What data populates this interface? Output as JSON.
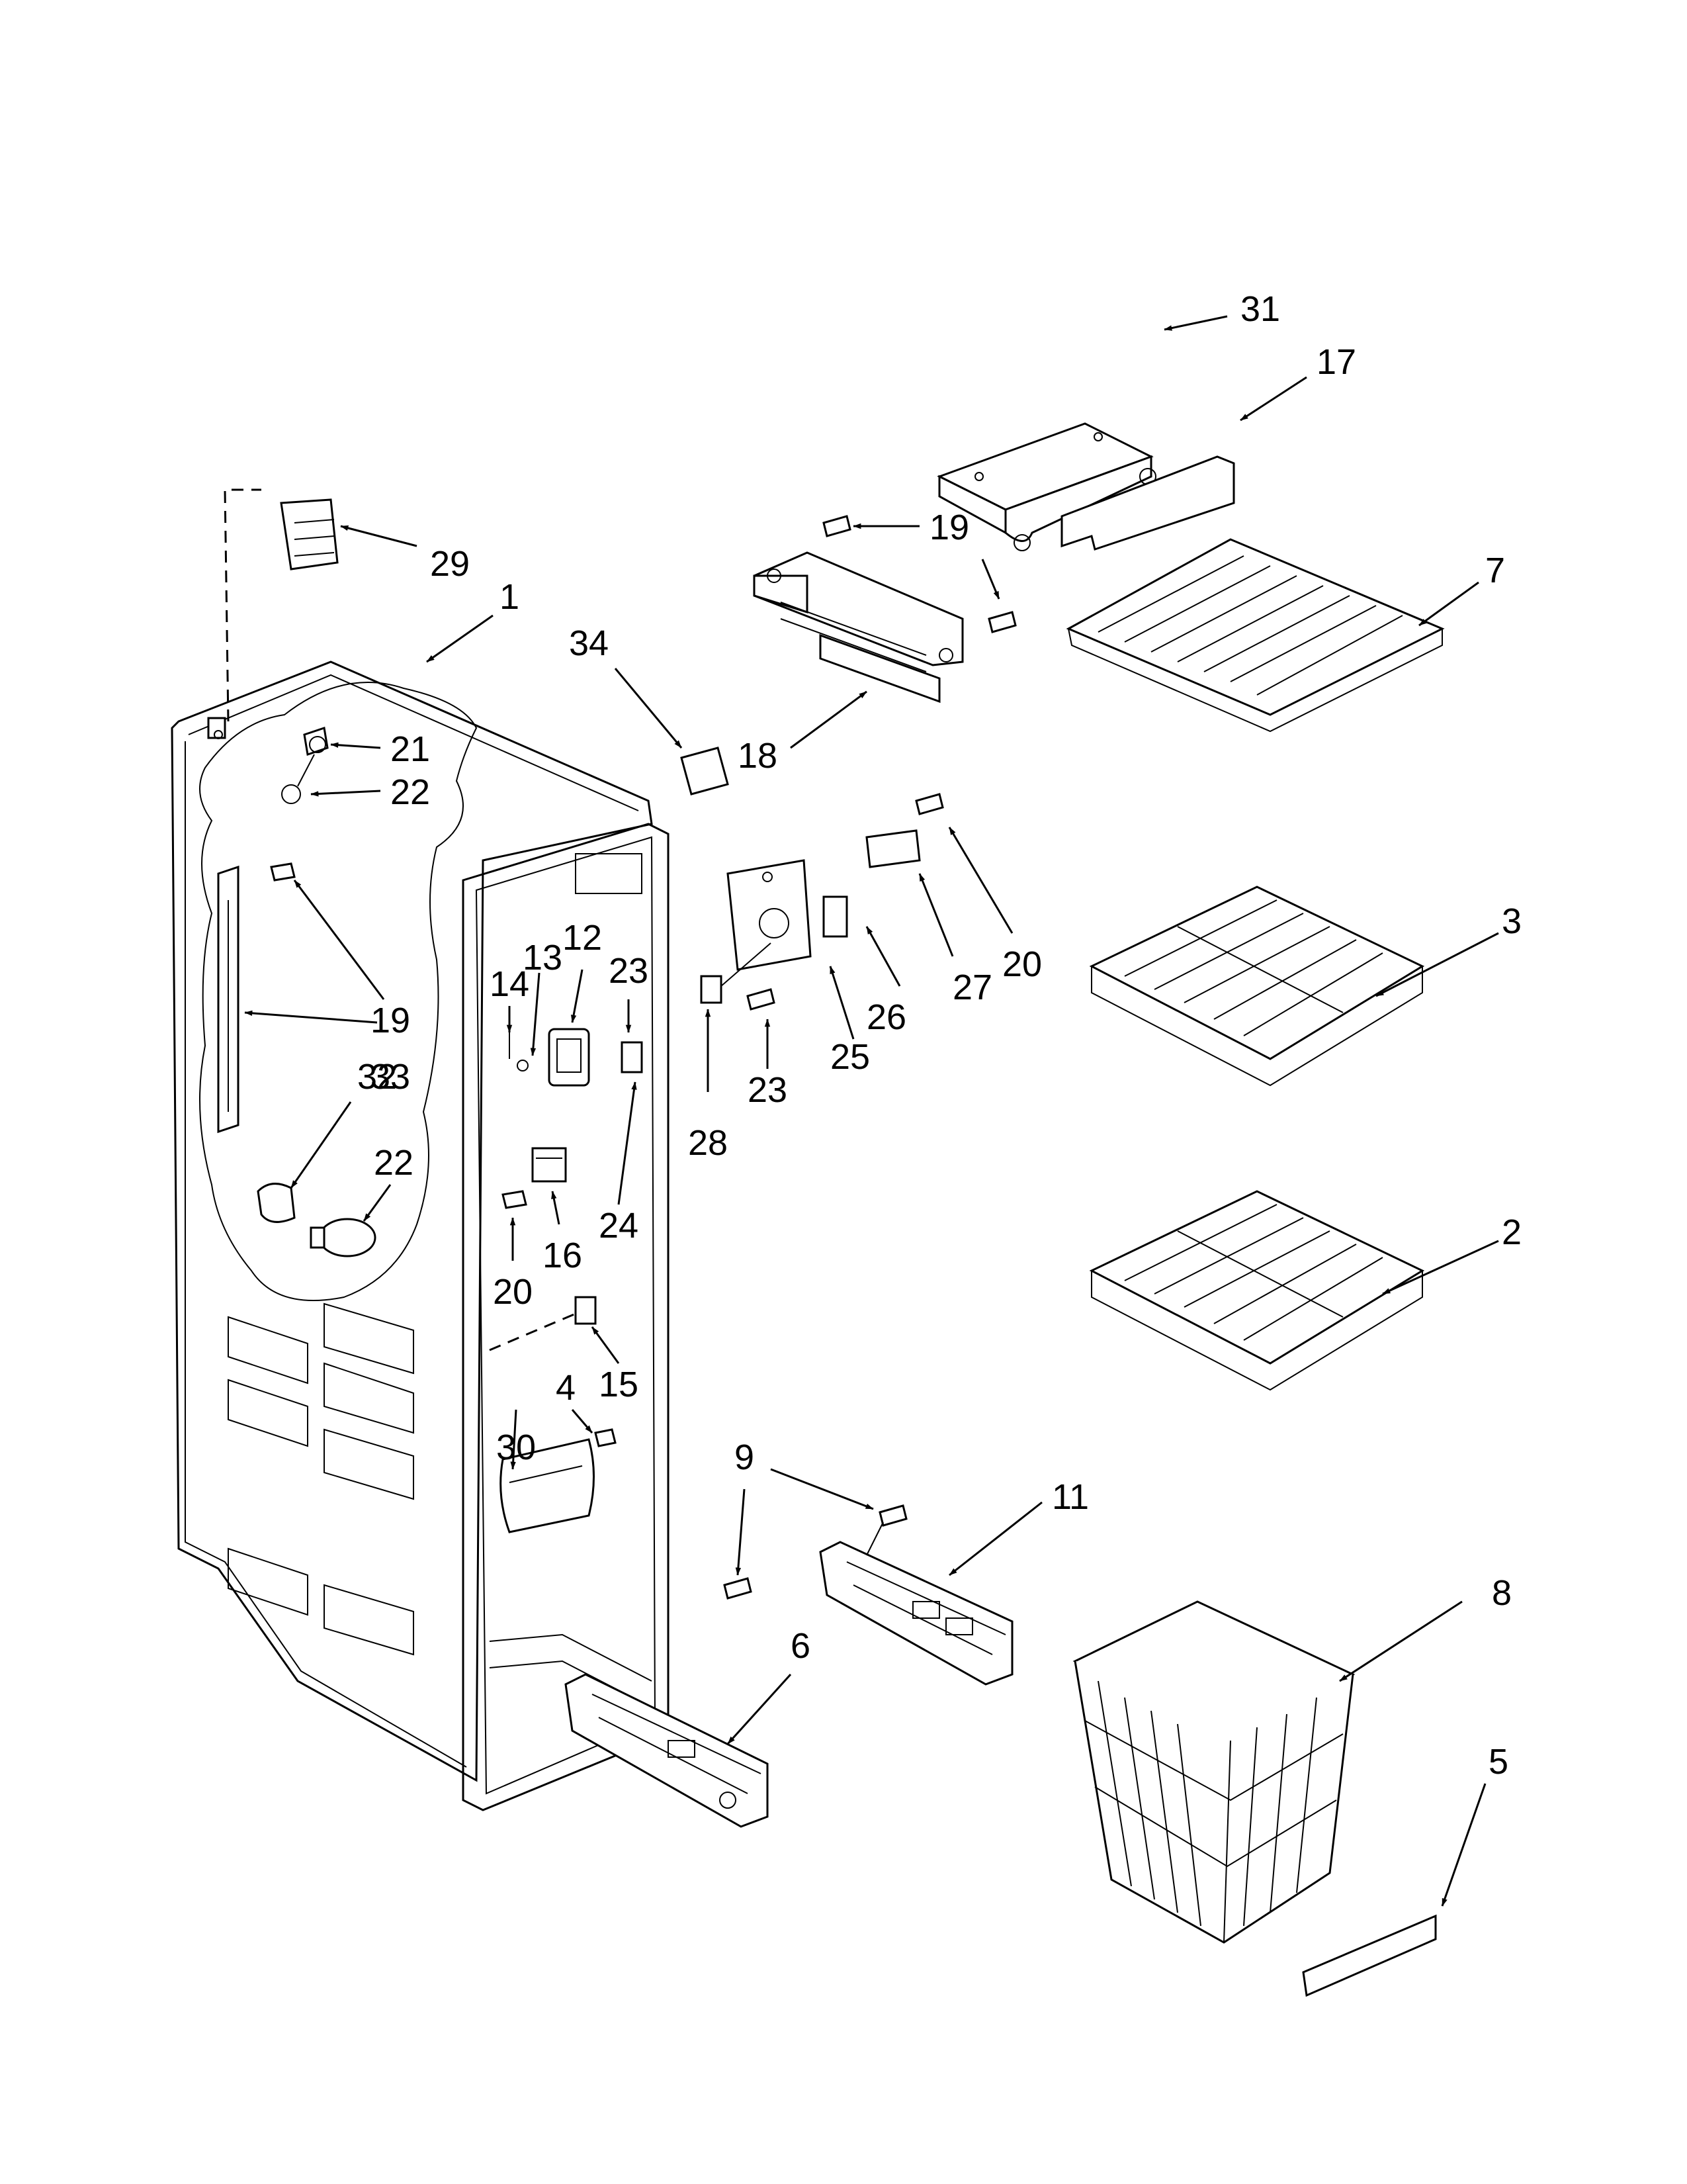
{
  "diagram": {
    "callouts": [
      {
        "id": "c31",
        "label": "31"
      },
      {
        "id": "c17",
        "label": "17"
      },
      {
        "id": "c29",
        "label": "29"
      },
      {
        "id": "c1",
        "label": "1"
      },
      {
        "id": "c19a",
        "label": "19"
      },
      {
        "id": "c7",
        "label": "7"
      },
      {
        "id": "c34",
        "label": "34"
      },
      {
        "id": "c21",
        "label": "21"
      },
      {
        "id": "c22a",
        "label": "22"
      },
      {
        "id": "c18",
        "label": "18"
      },
      {
        "id": "c19b",
        "label": "19"
      },
      {
        "id": "c33",
        "label": "33"
      },
      {
        "id": "c14",
        "label": "14"
      },
      {
        "id": "c13",
        "label": "13"
      },
      {
        "id": "c12",
        "label": "12"
      },
      {
        "id": "c23a",
        "label": "23"
      },
      {
        "id": "c3",
        "label": "3"
      },
      {
        "id": "c26",
        "label": "26"
      },
      {
        "id": "c27",
        "label": "27"
      },
      {
        "id": "c20a",
        "label": "20"
      },
      {
        "id": "c25",
        "label": "25"
      },
      {
        "id": "c23b",
        "label": "23"
      },
      {
        "id": "c28",
        "label": "28"
      },
      {
        "id": "c32",
        "label": "32"
      },
      {
        "id": "c22b",
        "label": "22"
      },
      {
        "id": "c24",
        "label": "24"
      },
      {
        "id": "c16",
        "label": "16"
      },
      {
        "id": "c20b",
        "label": "20"
      },
      {
        "id": "c2",
        "label": "2"
      },
      {
        "id": "c15",
        "label": "15"
      },
      {
        "id": "c30",
        "label": "30"
      },
      {
        "id": "c4",
        "label": "4"
      },
      {
        "id": "c9",
        "label": "9"
      },
      {
        "id": "c11",
        "label": "11"
      },
      {
        "id": "c8",
        "label": "8"
      },
      {
        "id": "c6",
        "label": "6"
      },
      {
        "id": "c5",
        "label": "5"
      }
    ]
  }
}
